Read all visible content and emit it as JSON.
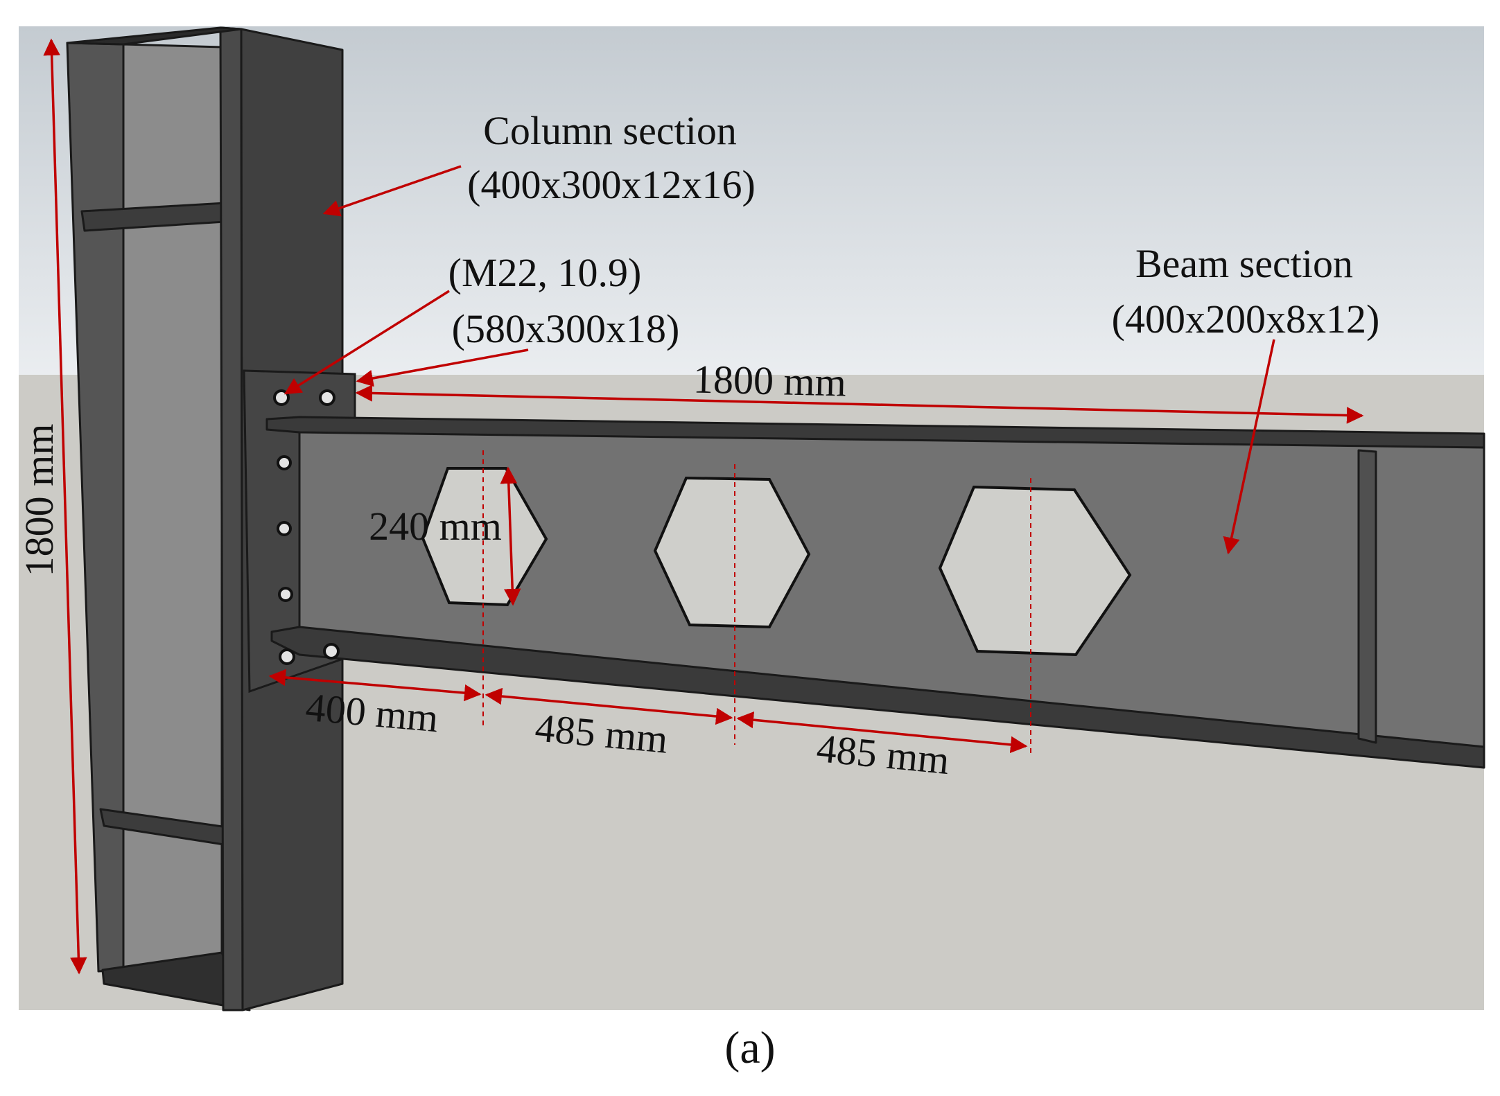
{
  "labels": {
    "column_title": "Column section",
    "column_dims": "(400x300x12x16)",
    "bolt_spec": "(M22, 10.9)",
    "plate_dims": "(580x300x18)",
    "beam_title": "Beam section",
    "beam_dims": "(400x200x8x12)",
    "beam_length": "1800 mm",
    "column_height": "1800 mm",
    "opening_height": "240 mm",
    "end_distance": "400 mm",
    "spacing_1": "485 mm",
    "spacing_2": "485 mm"
  },
  "caption": "(a)",
  "colors": {
    "dimension_arrow": "#c00000",
    "sky_top": "#c4cbd1",
    "sky_bottom": "#e8ecef",
    "ground": "#cccbc6",
    "steel_dark": "#3a3a3a",
    "steel_web": "#707070",
    "opening_fill": "#cfcfcb"
  }
}
